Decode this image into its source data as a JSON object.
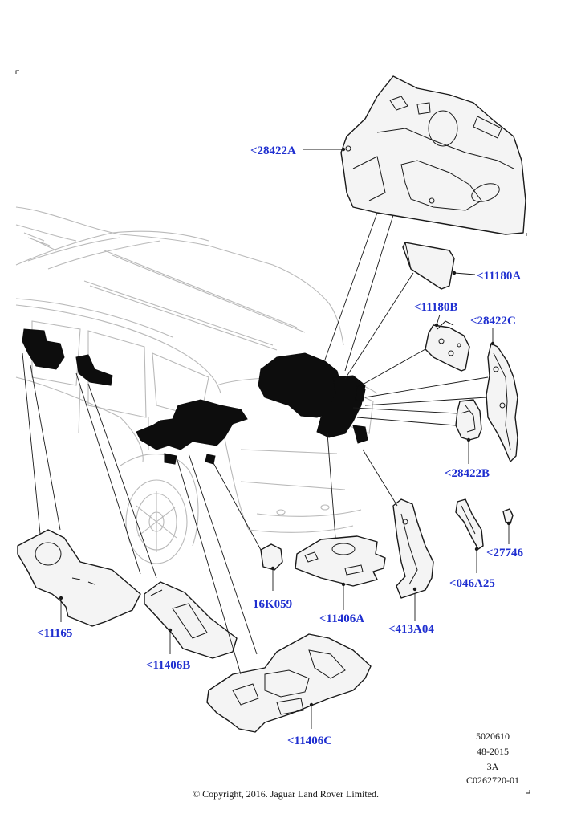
{
  "labels": {
    "p28422A": "<28422A",
    "p11180A": "<11180A",
    "p11180B": "<11180B",
    "p28422C": "<28422C",
    "p28422B": "<28422B",
    "p27746": "<27746",
    "p046A25": "<046A25",
    "p413A04": "<413A04",
    "p11406A": "<11406A",
    "p16K059": "16K059",
    "p11165": "<11165",
    "p11406B": "<11406B",
    "p11406C": "<11406C"
  },
  "reference": {
    "line1": "5020610",
    "line2": "48-2015",
    "line3": "3A",
    "line4": "C0262720-01"
  },
  "copyright": "© Copyright, 2016. Jaguar Land Rover Limited.",
  "colors": {
    "label": "#1f2fd0",
    "line": "#1a1a1a",
    "car_outline": "#b9b9b9",
    "insulation": "#0d0d0d"
  }
}
